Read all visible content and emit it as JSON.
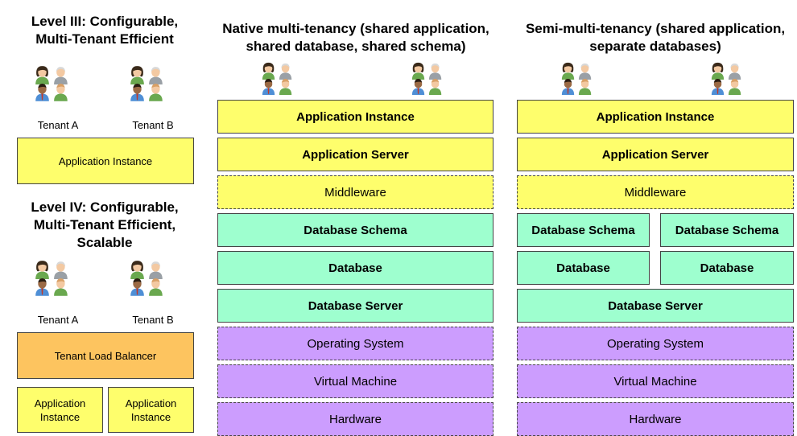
{
  "level3": {
    "title_line1": "Level III: Configurable,",
    "title_line2": "Multi-Tenant Efficient",
    "tenant_a": "Tenant A",
    "tenant_b": "Tenant B",
    "app_instance": "Application Instance"
  },
  "level4": {
    "title_line1": "Level IV: Configurable,",
    "title_line2": "Multi-Tenant Efficient,",
    "title_line3": "Scalable",
    "tenant_a": "Tenant A",
    "tenant_b": "Tenant B",
    "load_balancer": "Tenant Load Balancer",
    "app_instance_1_line1": "Application",
    "app_instance_1_line2": "Instance",
    "app_instance_2_line1": "Application",
    "app_instance_2_line2": "Instance"
  },
  "native": {
    "title_line1": "Native multi-tenancy (shared application,",
    "title_line2": "shared database, shared schema)",
    "layers": {
      "app_instance": "Application Instance",
      "app_server": "Application Server",
      "middleware": "Middleware",
      "db_schema": "Database Schema",
      "database": "Database",
      "db_server": "Database Server",
      "os": "Operating System",
      "vm": "Virtual Machine",
      "hardware": "Hardware"
    }
  },
  "semi": {
    "title_line1": "Semi-multi-tenancy (shared application,",
    "title_line2": "separate databases)",
    "layers": {
      "app_instance": "Application Instance",
      "app_server": "Application Server",
      "middleware": "Middleware",
      "db_schema_1": "Database Schema",
      "db_schema_2": "Database Schema",
      "database_1": "Database",
      "database_2": "Database",
      "db_server": "Database Server",
      "os": "Operating System",
      "vm": "Virtual Machine",
      "hardware": "Hardware"
    }
  },
  "colors": {
    "application": "#fefe6c",
    "data": "#9effcf",
    "infrastructure": "#cc9dfe",
    "balancer": "#fdc45f"
  },
  "icons": {
    "tenant_group": "people-group-icon"
  }
}
